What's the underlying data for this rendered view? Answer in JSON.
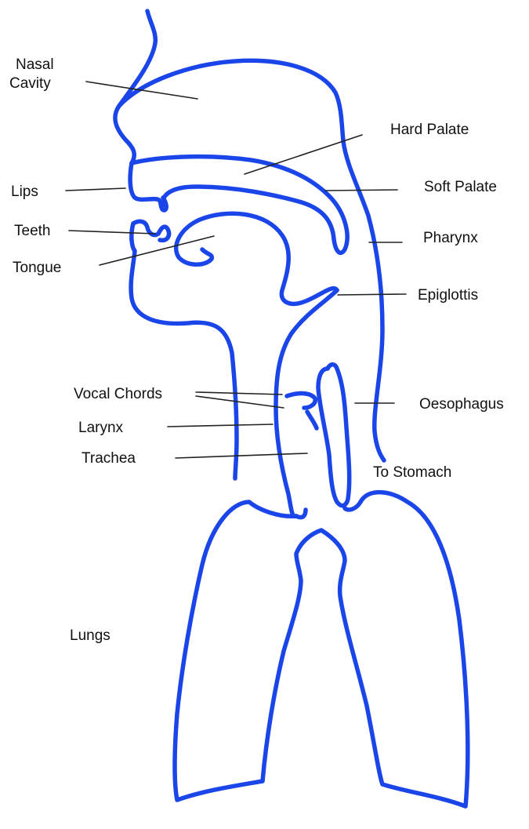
{
  "colors": {
    "outline": "#1a45e8",
    "leader": "#222222",
    "text": "#111111",
    "background": "#ffffff"
  },
  "labels": {
    "nasal_cavity_line1": "Nasal",
    "nasal_cavity_line2": "Cavity",
    "hard_palate": "Hard Palate",
    "soft_palate": "Soft Palate",
    "lips": "Lips",
    "teeth": "Teeth",
    "tongue": "Tongue",
    "pharynx": "Pharynx",
    "epiglottis": "Epiglottis",
    "vocal_chords": "Vocal Chords",
    "larynx": "Larynx",
    "trachea": "Trachea",
    "oesophagus": "Oesophagus",
    "to_stomach": "To Stomach",
    "lungs": "Lungs"
  }
}
